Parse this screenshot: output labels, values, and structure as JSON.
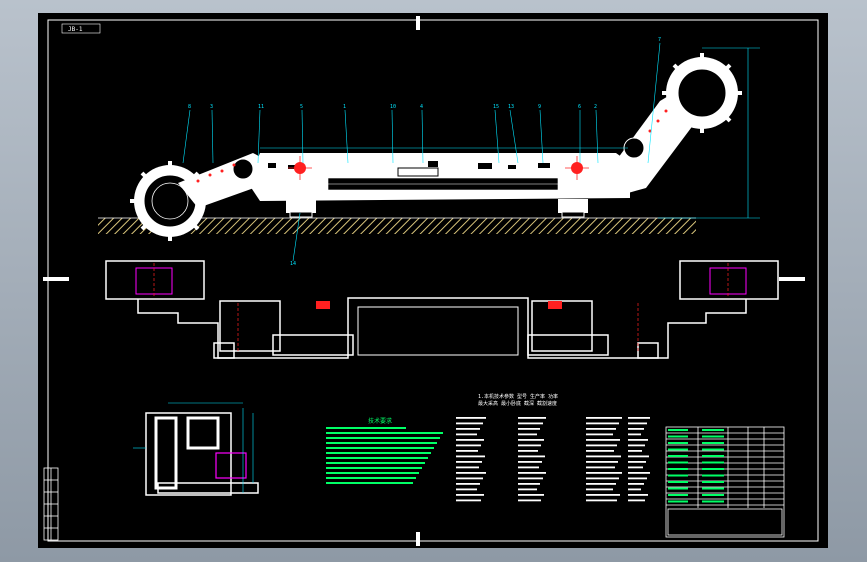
{
  "sheet": {
    "frame_tag": "JB-1",
    "colors": {
      "background": "#000000",
      "frame": "#ffffff",
      "dimension": "#00e5ff",
      "center": "#ff2020",
      "magenta": "#ff00ff",
      "green": "#00ff66",
      "ground": "#d8c47a"
    }
  },
  "side_view": {
    "leader_numbers": [
      "8",
      "3",
      "11",
      "5",
      "1",
      "10",
      "4",
      "15",
      "13",
      "9",
      "6",
      "2",
      "7"
    ],
    "bottom_leader": "14"
  },
  "notes": {
    "title": "技术要求",
    "header_line_1": "1.本机技术参数 型号 生产率 功率",
    "header_line_2": "最大采高 最小卧底 截深 截割速度"
  },
  "title_block": {
    "rows": 14
  }
}
